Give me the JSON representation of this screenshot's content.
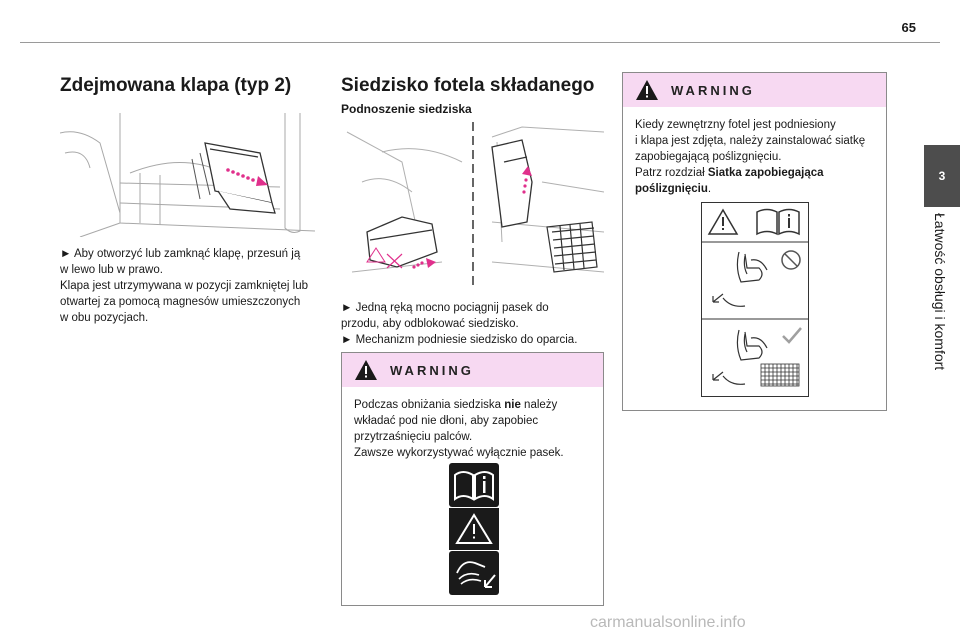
{
  "page": {
    "number": "65"
  },
  "chapter": {
    "number": "3",
    "title": "Łatwość obsługi i komfort"
  },
  "col1": {
    "heading": "Zdejmowana klapa (typ 2)",
    "lines": [
      "► Aby otworzyć lub zamknąć klapę, przesuń ją",
      "w lewo lub w prawo.",
      "Klapa jest utrzymywana w pozycji zamkniętej lub",
      "otwartej za pomocą magnesów umieszczonych",
      "w obu pozycjach."
    ]
  },
  "col2": {
    "heading": "Siedzisko fotela składanego",
    "subheading": "Podnoszenie siedziska",
    "lines": [
      "► Jedną ręką mocno pociągnij pasek do",
      "przodu, aby odblokować siedzisko.",
      "► Mechanizm podniesie siedzisko do oparcia."
    ],
    "warning": {
      "label": "WARNING",
      "line1_a": "Podczas obniżania siedziska ",
      "line1_bold": "nie",
      "line1_b": " należy",
      "lines": [
        "wkładać pod nie dłoni, aby zapobiec",
        "przytrzaśnięciu palców.",
        "Zawsze wykorzystywać wyłącznie pasek."
      ]
    }
  },
  "col3": {
    "warning": {
      "label": "WARNING",
      "lines": [
        "Kiedy zewnętrzny fotel jest podniesiony",
        "i klapa jest zdjęta, należy zainstalować siatkę",
        "zapobiegającą poślizgnięciu."
      ],
      "ref_prefix": "Patrz rozdział ",
      "ref_bold_1": "Siatka zapobiegająca",
      "ref_bold_2": "poślizgnięciu",
      "ref_suffix": "."
    }
  },
  "footer": {
    "watermark": "carmanualsonline.info"
  },
  "colors": {
    "warning_header": "#f7d9f2",
    "accent_pink": "#e0308c",
    "tab": "#4d4d4d"
  }
}
